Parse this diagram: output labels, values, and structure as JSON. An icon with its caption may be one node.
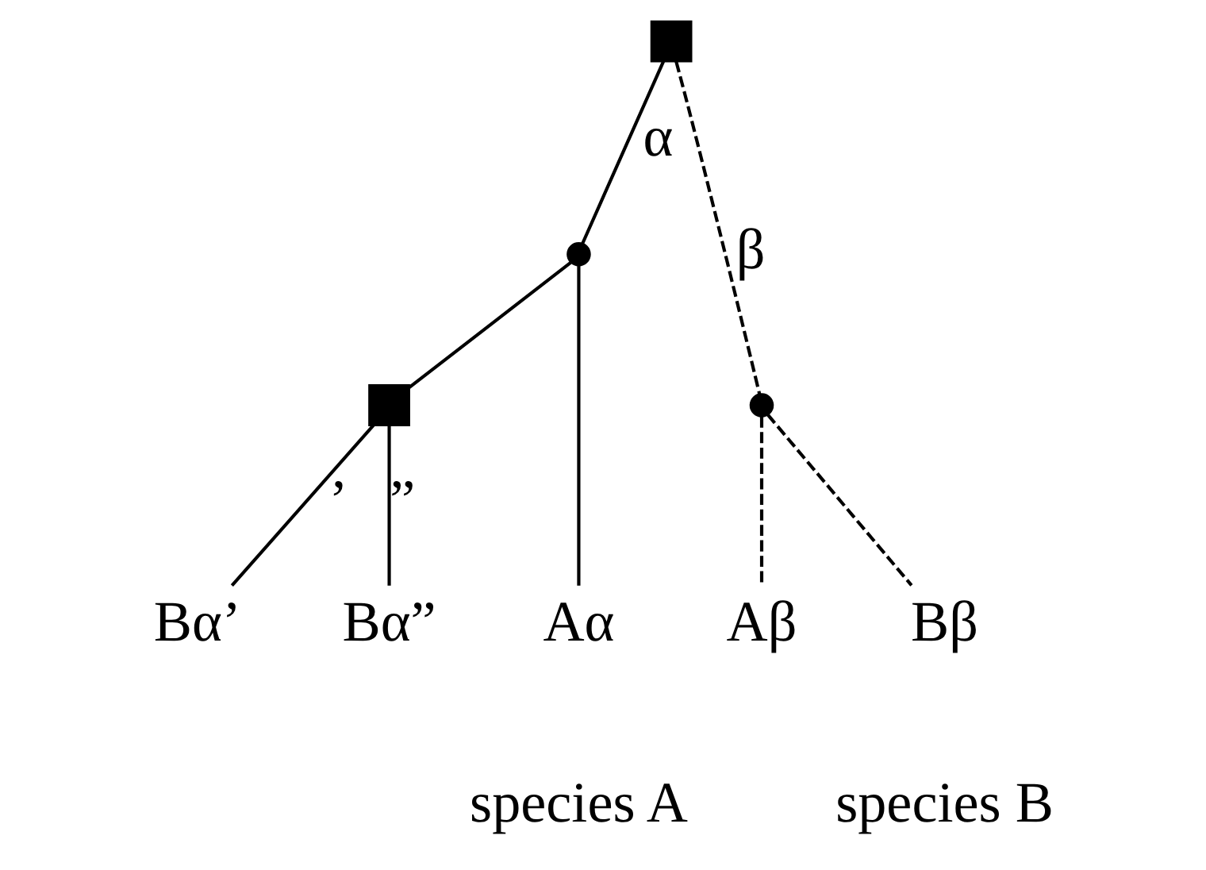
{
  "diagram": {
    "nodes": [
      {
        "text": [],
        "shape": "box"
      },
      {
        "text": [],
        "shape": "circle"
      },
      {
        "text": [],
        "shape": "circle"
      },
      {
        "text": [],
        "shape": "box"
      },
      {
        "text": [
          "Aα"
        ]
      },
      {
        "text": [
          "Aβ"
        ]
      },
      {
        "text": [
          "Bα’"
        ]
      },
      {
        "text": [
          "Bα”"
        ]
      },
      {
        "text": [
          "Bβ"
        ]
      }
    ],
    "edges": [
      {
        "from": 0,
        "to": 1,
        "arrow": "none",
        "label": "α"
      },
      {
        "from": 0,
        "to": 2,
        "arrow": "none",
        "label": "β",
        "style": "dashed"
      },
      {
        "from": 1,
        "to": 4,
        "arrow": "none"
      },
      {
        "from": 2,
        "to": 5,
        "arrow": "none",
        "style": "dashed"
      },
      {
        "from": 1,
        "to": 3,
        "arrow": "none"
      },
      {
        "from": 3,
        "to": 6,
        "arrow": "none",
        "label": "’"
      },
      {
        "from": 3,
        "to": 7,
        "arrow": "none",
        "label": "”"
      },
      {
        "from": 2,
        "to": 8,
        "arrow": "none",
        "style": "dashed"
      }
    ],
    "labels": [
      "species A",
      "species B"
    ]
  }
}
